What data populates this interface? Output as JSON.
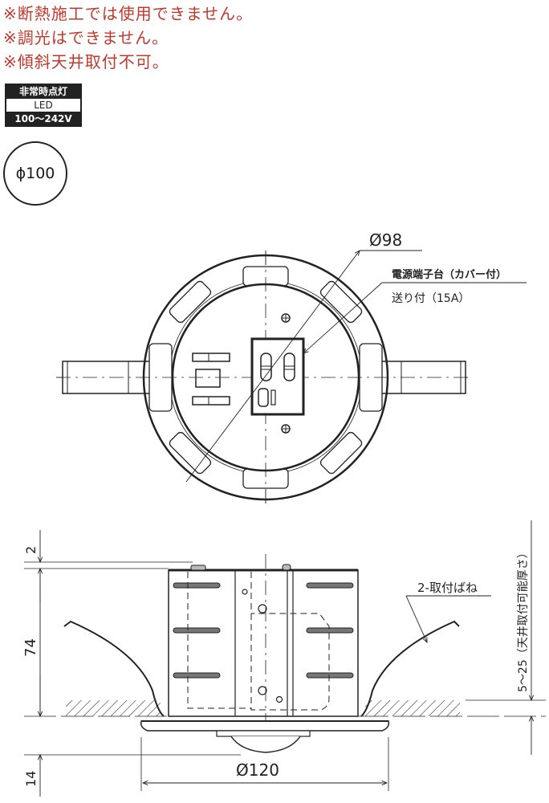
{
  "notes": [
    "※断熱施工では使用できません。",
    "※調光はできません。",
    "※傾斜天井取付不可。"
  ],
  "badge": {
    "type": "非常時点灯",
    "light_source": "LED",
    "voltage": "100〜242V"
  },
  "hole_size": "ϕ100",
  "top_view": {
    "diameter_label": "Ø98",
    "terminal_label_line1": "電源端子台（カバー付）",
    "terminal_label_line2": "送り付（15A）"
  },
  "side_view": {
    "dim_top_gap": "2",
    "dim_body_height": "74",
    "dim_bottom": "14",
    "dim_flange_diameter": "Ø120",
    "spring_label": "2-取付ばね",
    "ceiling_thickness": "5〜25（天井取付可能厚さ）"
  },
  "colors": {
    "note_red": "#c0392b",
    "line": "#222222"
  }
}
